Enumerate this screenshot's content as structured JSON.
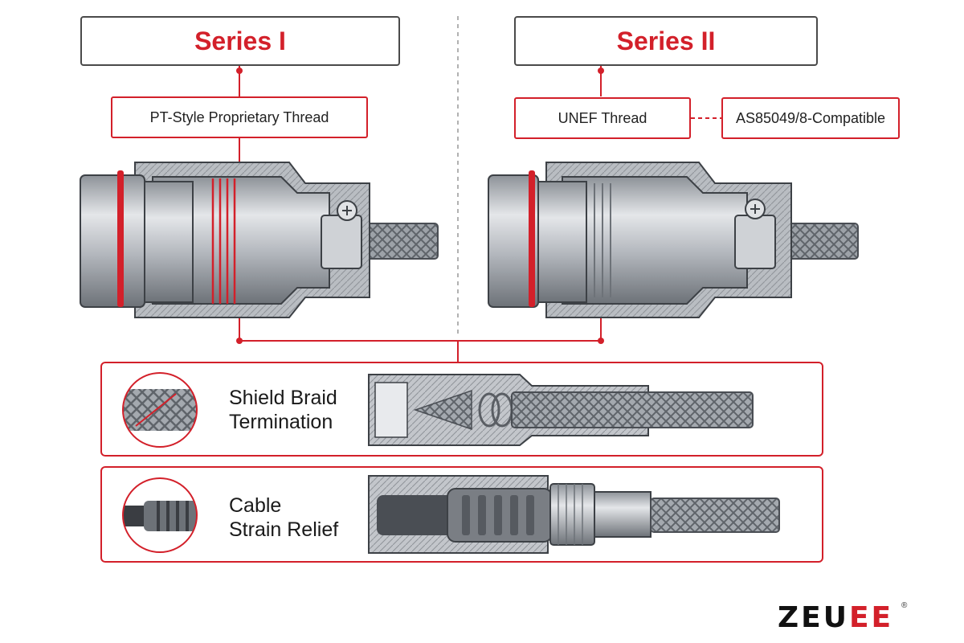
{
  "series": [
    {
      "title": "Series I",
      "thread_label": "PT-Style Proprietary Thread"
    },
    {
      "title": "Series II",
      "thread_label": "UNEF Thread",
      "compat_label": "AS85049/8-Compatible"
    }
  ],
  "features": [
    {
      "label_line1": "Shield Braid",
      "label_line2": "Termination"
    },
    {
      "label_line1": "Cable",
      "label_line2": "Strain Relief"
    }
  ],
  "brand": {
    "logo_prefix": "ZEU",
    "logo_e1": "E",
    "logo_e2": "E",
    "registered": "®"
  },
  "colors": {
    "accent": "#d3202a",
    "metal": "#b8bcc2",
    "dark_metal": "#5a5e64"
  }
}
